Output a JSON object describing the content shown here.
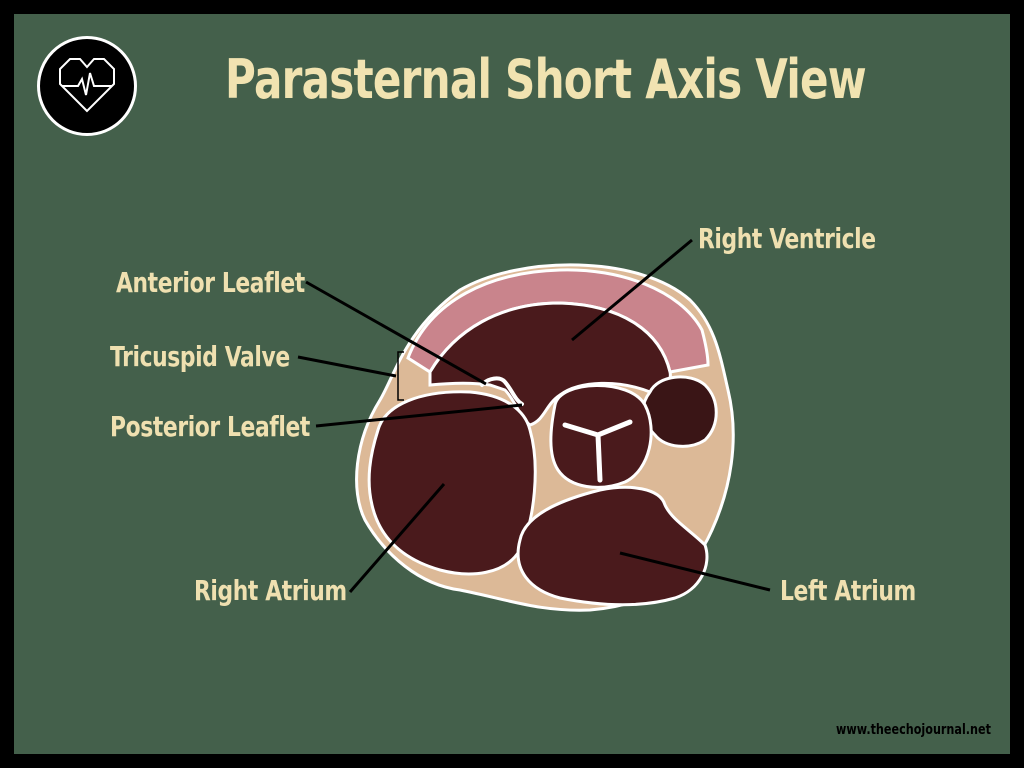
{
  "title": "Parasternal Short Axis View",
  "labels": {
    "right_ventricle": "Right Ventricle",
    "anterior_leaflet": "Anterior Leaflet",
    "tricuspid_valve": "Tricuspid Valve",
    "posterior_leaflet": "Posterior Leaflet",
    "right_atrium": "Right Atrium",
    "left_atrium": "Left Atrium"
  },
  "footer": "www.theechojournal.net",
  "logo_icon": "heart-ecg-icon",
  "colors": {
    "background": "#44604b",
    "border": "#000000",
    "title": "#f1e3b1",
    "chamber": "#4a1a1c",
    "tissue": "#dcb997",
    "ventricle_wall": "#c9848c",
    "outline": "#ffffff"
  }
}
